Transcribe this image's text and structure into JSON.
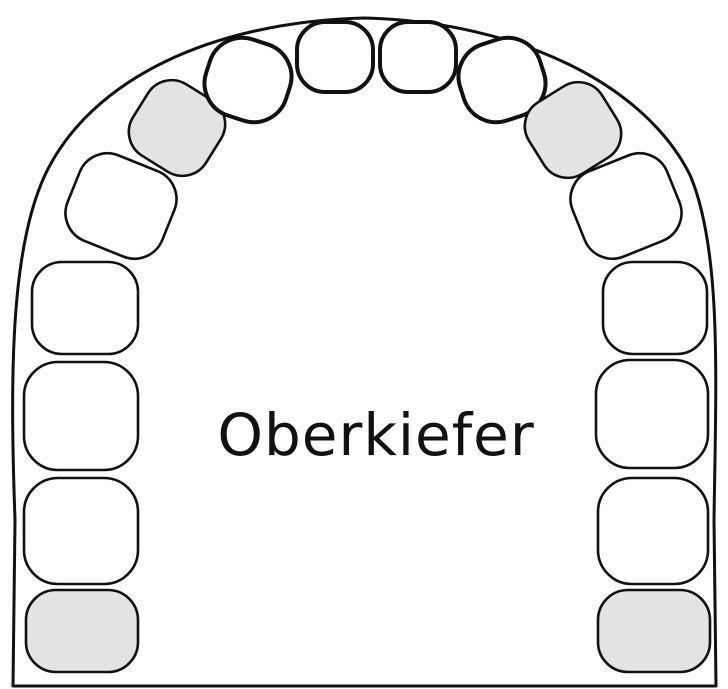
{
  "title": "Oberkiefer",
  "colors": {
    "outline": "#111111",
    "shaded": "#e3e3e3",
    "empty": "#ffffff"
  },
  "teeth": [
    {
      "id": "tooth-left-1",
      "shaded": true
    },
    {
      "id": "tooth-left-2",
      "shaded": false
    },
    {
      "id": "tooth-left-3",
      "shaded": false
    },
    {
      "id": "tooth-left-4",
      "shaded": false
    },
    {
      "id": "tooth-left-5",
      "shaded": false
    },
    {
      "id": "tooth-left-6",
      "shaded": true
    },
    {
      "id": "tooth-front-1",
      "shaded": false
    },
    {
      "id": "tooth-front-2",
      "shaded": false
    },
    {
      "id": "tooth-front-3",
      "shaded": false
    },
    {
      "id": "tooth-front-4",
      "shaded": false
    },
    {
      "id": "tooth-right-6",
      "shaded": true
    },
    {
      "id": "tooth-right-5",
      "shaded": false
    },
    {
      "id": "tooth-right-4",
      "shaded": false
    },
    {
      "id": "tooth-right-3",
      "shaded": false
    },
    {
      "id": "tooth-right-2",
      "shaded": false
    },
    {
      "id": "tooth-right-1",
      "shaded": true
    }
  ]
}
